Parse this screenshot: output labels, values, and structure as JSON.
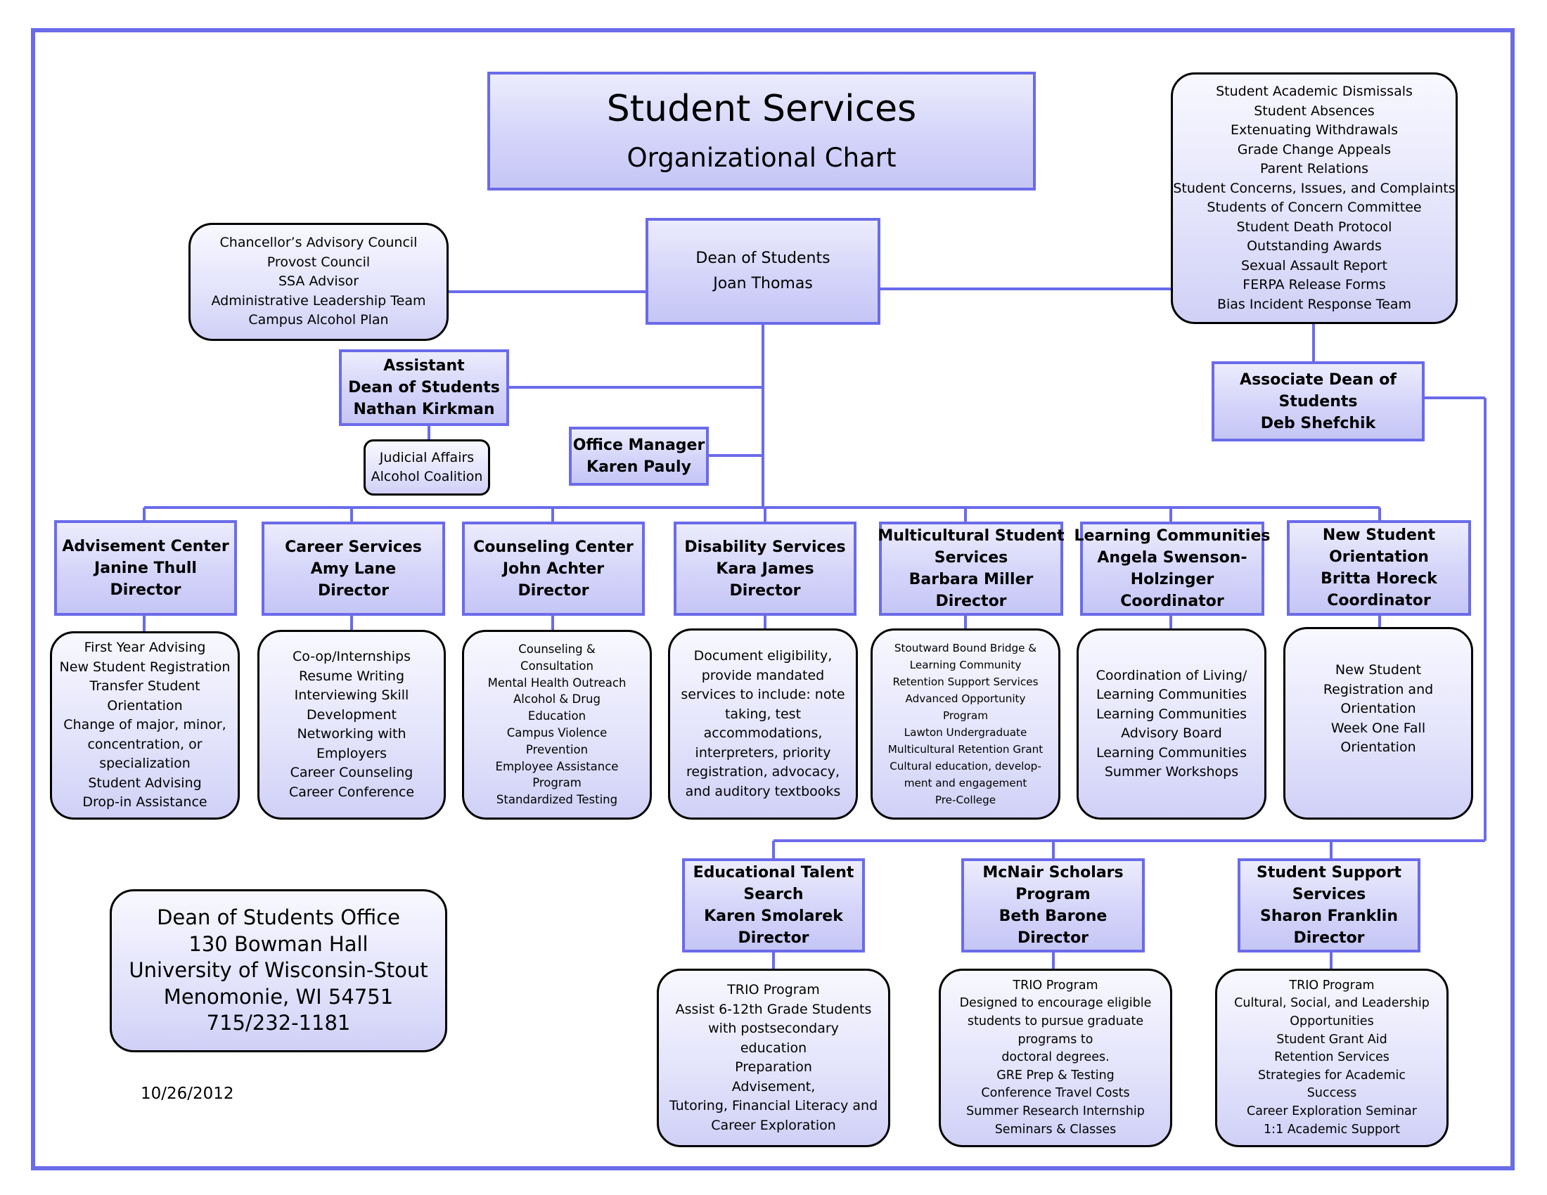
{
  "title": {
    "main": "Student Services",
    "sub": "Organizational Chart"
  },
  "dean": {
    "title": "Dean of Students",
    "name": "Joan Thomas"
  },
  "left_committees": [
    "Chancellor’s Advisory Council",
    "Provost Council",
    "SSA Advisor",
    "Administrative Leadership Team",
    "Campus Alcohol Plan"
  ],
  "right_responsibilities": [
    "Student Academic Dismissals",
    "Student Absences",
    "Extenuating Withdrawals",
    "Grade Change Appeals",
    "Parent Relations",
    "Student Concerns, Issues, and Complaints",
    "Students of Concern Committee",
    "Student Death Protocol",
    "Outstanding Awards",
    "Sexual Assault Report",
    "FERPA Release Forms",
    "Bias Incident Response Team"
  ],
  "assistant_dean": [
    "Assistant",
    "Dean of Students",
    "Nathan Kirkman"
  ],
  "assistant_duties": [
    "Judicial Affairs",
    "Alcohol Coalition"
  ],
  "office_manager": [
    "Office Manager",
    "Karen Pauly"
  ],
  "associate_dean": [
    "Associate Dean of",
    "Students",
    "Deb Shefchik"
  ],
  "departments": [
    {
      "header": [
        "Advisement Center",
        "Janine Thull",
        "Director"
      ],
      "services": [
        "First Year Advising",
        "New Student Registration",
        "Transfer Student",
        "Orientation",
        "Change of major, minor,",
        "concentration, or",
        "specialization",
        "Student Advising",
        "Drop-in Assistance"
      ]
    },
    {
      "header": [
        "Career Services",
        "Amy Lane",
        "Director"
      ],
      "services": [
        "Co-op/Internships",
        "Resume Writing",
        "Interviewing Skill",
        "Development",
        "Networking with",
        "Employers",
        "Career Counseling",
        "Career Conference"
      ]
    },
    {
      "header": [
        "Counseling Center",
        "John Achter",
        "Director"
      ],
      "services": [
        "Counseling &",
        "Consultation",
        "Mental Health Outreach",
        "Alcohol & Drug",
        "Education",
        "Campus Violence",
        "Prevention",
        "Employee Assistance",
        "Program",
        "Standardized Testing"
      ]
    },
    {
      "header": [
        "Disability Services",
        "Kara James",
        "Director"
      ],
      "services": [
        "Document eligibility,",
        "provide mandated",
        "services to include: note",
        "taking, test",
        "accommodations,",
        "interpreters, priority",
        "registration, advocacy,",
        "and auditory textbooks"
      ]
    },
    {
      "header": [
        "Multicultural Student",
        "Services",
        "Barbara Miller",
        "Director"
      ],
      "services": [
        "Stoutward Bound Bridge &",
        "Learning Community",
        "Retention Support Services",
        "Advanced Opportunity",
        "Program",
        "Lawton Undergraduate",
        "Multicultural Retention Grant",
        "Cultural education, develop-",
        "ment and engagement",
        "Pre-College"
      ]
    },
    {
      "header": [
        "Learning Communities",
        "Angela Swenson-",
        "Holzinger",
        "Coordinator"
      ],
      "services": [
        "Coordination of Living/",
        "Learning Communities",
        "Learning Communities",
        "Advisory Board",
        "Learning Communities",
        "Summer Workshops"
      ]
    },
    {
      "header": [
        "New Student",
        "Orientation",
        "Britta Horeck",
        "Coordinator"
      ],
      "services": [
        "New Student",
        "Registration and",
        "Orientation",
        "Week One Fall",
        "Orientation"
      ]
    }
  ],
  "trio": [
    {
      "header": [
        "Educational Talent",
        "Search",
        "Karen Smolarek",
        "Director"
      ],
      "services": [
        "TRIO Program",
        "Assist 6-12th Grade Students",
        "with postsecondary",
        "education",
        "Preparation",
        "Advisement,",
        "Tutoring, Financial Literacy and",
        "Career Exploration"
      ]
    },
    {
      "header": [
        "McNair Scholars",
        "Program",
        "Beth Barone",
        "Director"
      ],
      "services": [
        "TRIO Program",
        "Designed to encourage eligible",
        "students to pursue graduate",
        "programs to",
        "doctoral degrees.",
        "GRE Prep & Testing",
        "Conference Travel Costs",
        "Summer Research Internship",
        "Seminars & Classes"
      ]
    },
    {
      "header": [
        "Student Support",
        "Services",
        "Sharon Franklin",
        "Director"
      ],
      "services": [
        "TRIO Program",
        "Cultural, Social, and Leadership",
        "Opportunities",
        "Student Grant Aid",
        "Retention Services",
        "Strategies for Academic",
        "Success",
        "Career Exploration Seminar",
        "1:1 Academic Support"
      ]
    }
  ],
  "address": [
    "Dean of Students Office",
    "130 Bowman Hall",
    "University of Wisconsin-Stout",
    "Menomonie, WI 54751",
    "715/232-1181"
  ],
  "date": "10/26/2012",
  "colors": {
    "border": "#6b6bea",
    "box_fill": "#d4d4fa",
    "line": "#6b6bea"
  }
}
